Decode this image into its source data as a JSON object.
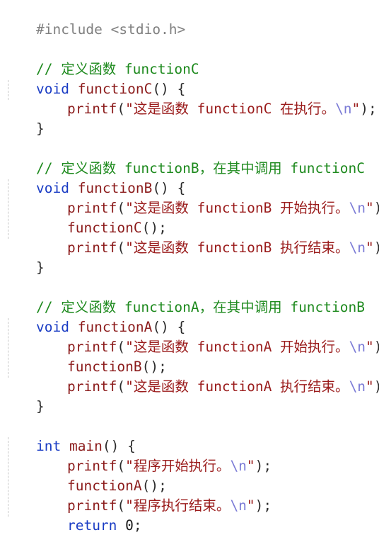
{
  "code": {
    "include": "#include <stdio.h>",
    "comment_c": "// 定义函数 functionC",
    "kw_void": "void",
    "kw_int": "int",
    "kw_return": "return",
    "fn_printf": "printf",
    "fn_c": "functionC",
    "fn_b": "functionB",
    "fn_a": "functionA",
    "fn_main": "main",
    "sig_open": "() {",
    "call_open": "(",
    "call_close": ");",
    "call_empty": "();",
    "close_brace": "}",
    "str_open": "\"",
    "str_close": "\"",
    "escape": "\\n",
    "space": " ",
    "zero": "0",
    "semicolon": ";",
    "str_c_exec": "这是函数 functionC 在执行。",
    "comment_b": "// 定义函数 functionB，在其中调用 functionC",
    "str_b_start": "这是函数 functionB 开始执行。",
    "str_b_end": "这是函数 functionB 执行结束。",
    "comment_a": "// 定义函数 functionA，在其中调用 functionB",
    "str_a_start": "这是函数 functionA 开始执行。",
    "str_a_end": "这是函数 functionA 执行结束。",
    "str_main_start": "程序开始执行。",
    "str_main_end": "程序执行结束。"
  },
  "colors": {
    "preprocessor": "#808080",
    "comment": "#1e8a1e",
    "keyword": "#1a3cc4",
    "identifier": "#8b1a1a",
    "string": "#9a1b1b",
    "escape": "#7b7bd6",
    "background": "#ffffff"
  }
}
